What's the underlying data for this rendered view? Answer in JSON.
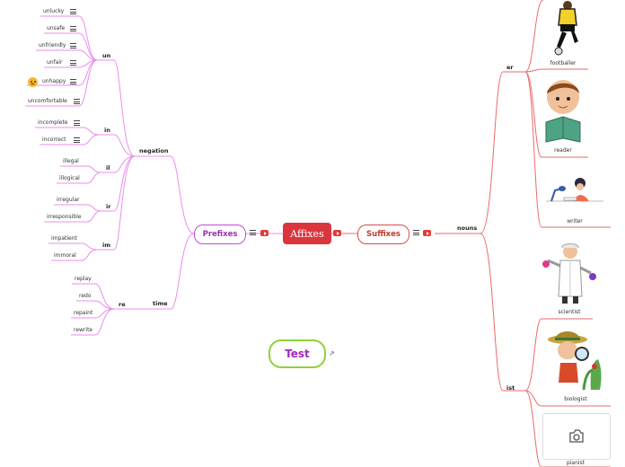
{
  "center": "Affixes",
  "test": "Test",
  "prefixes": {
    "label": "Prefixes",
    "negation": {
      "label": "negation",
      "un": {
        "label": "un",
        "words": [
          "unlucky",
          "unsafe",
          "unfriendly",
          "unfair",
          "unhappy",
          "uncomfortable"
        ]
      },
      "in": {
        "label": "in",
        "words": [
          "incomplete",
          "incorrect"
        ]
      },
      "il": {
        "label": "il",
        "words": [
          "illegal",
          "illogical"
        ]
      },
      "ir": {
        "label": "ir",
        "words": [
          "irregular",
          "irresponsible"
        ]
      },
      "im": {
        "label": "im",
        "words": [
          "impatient",
          "immoral"
        ]
      }
    },
    "time": {
      "label": "time",
      "re": {
        "label": "re",
        "words": [
          "replay",
          "redo",
          "repaint",
          "rewrite"
        ]
      }
    }
  },
  "suffixes": {
    "label": "Suffixes",
    "nouns": {
      "label": "nouns",
      "er": {
        "label": "er",
        "words": [
          "footballer",
          "reader",
          "writer"
        ]
      },
      "ist": {
        "label": "ist",
        "words": [
          "scientist",
          "biologist",
          "pianist"
        ]
      }
    }
  },
  "colors": {
    "prefix": "#e77fe6",
    "suffix": "#e85a5a",
    "center": "#d9363e",
    "test_border": "#8fd13a"
  }
}
